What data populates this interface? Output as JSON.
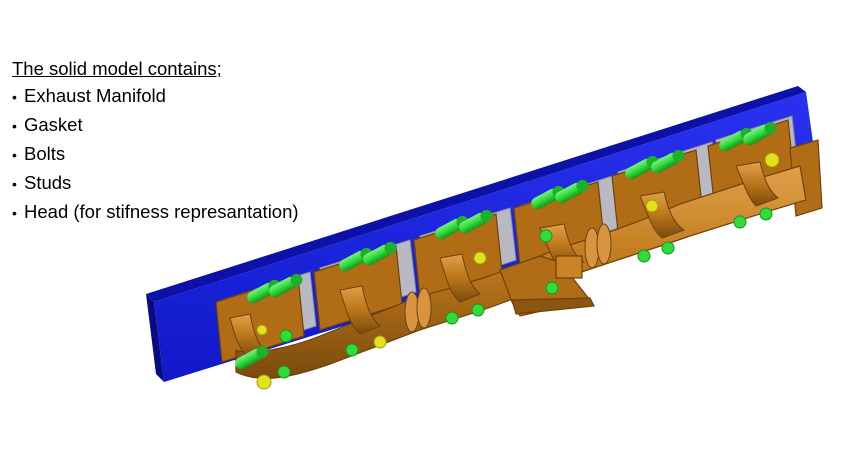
{
  "description": {
    "heading": "The solid model contains;",
    "items": [
      "Exhaust Manifold",
      "Gasket",
      "Bolts",
      "Studs",
      "Head (for stifness represantation)"
    ]
  },
  "colors": {
    "head_block": "#1b22e0",
    "manifold": "#c07a1c",
    "manifold_shadow": "#8c5510",
    "bolt": "#2fdc3a",
    "bolt_dark": "#19a024",
    "stud_nut": "#e2e21c",
    "gasket": "#b9b9c4"
  },
  "icons": {
    "bullet": "•"
  }
}
